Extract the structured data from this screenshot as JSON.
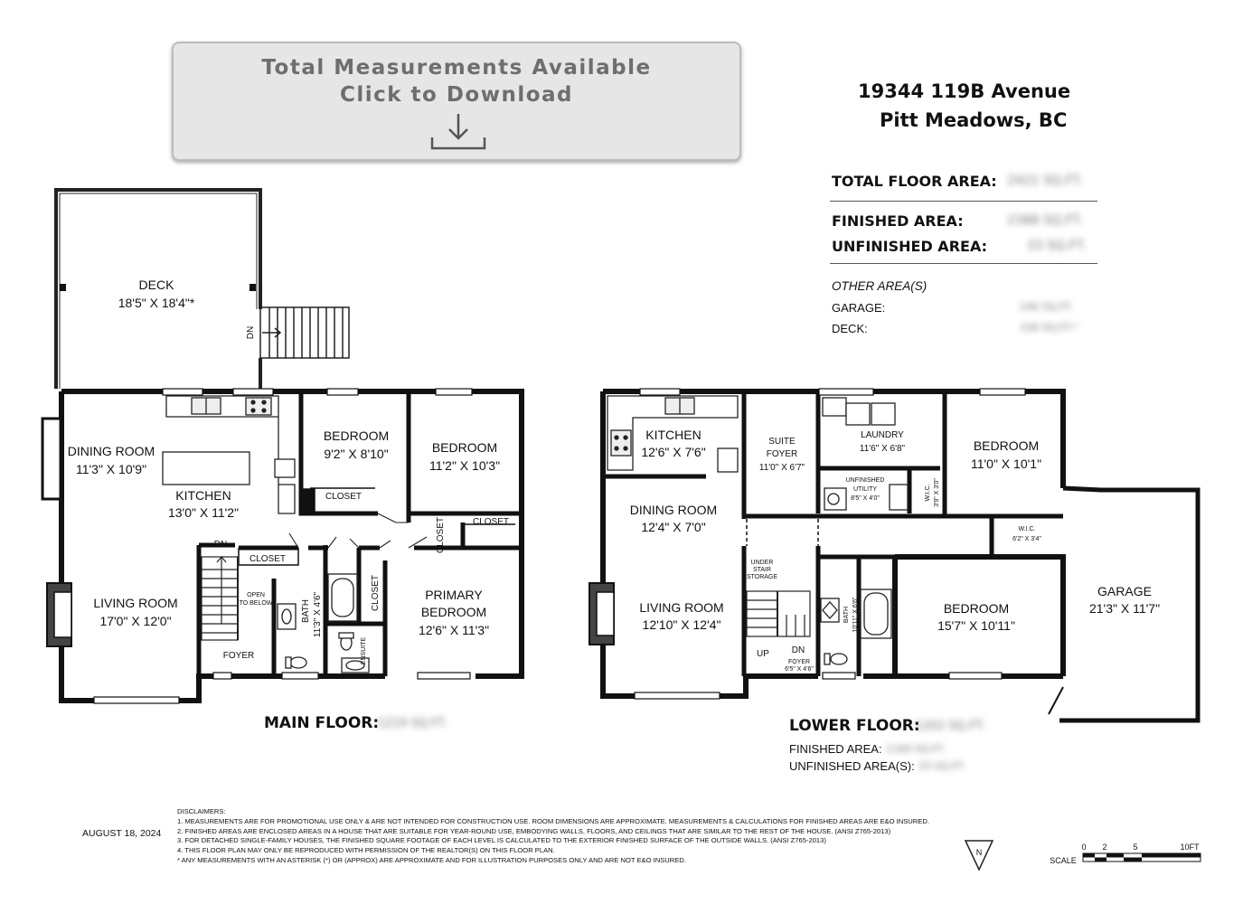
{
  "banner": {
    "line1": "Total Measurements Available",
    "line2": "Click to Download"
  },
  "address": {
    "line1": "19344 119B Avenue",
    "line2": "Pitt Meadows, BC"
  },
  "summary": {
    "total_floor_area_label": "TOTAL FLOOR AREA:",
    "total_floor_area_value": "2421 SQ.FT.",
    "finished_area_label": "FINISHED AREA:",
    "finished_area_value": "2388 SQ.FT.",
    "unfinished_area_label": "UNFINISHED AREA:",
    "unfinished_area_value": "33 SQ.FT.",
    "other_areas_label": "OTHER AREA(S)",
    "garage_label": "GARAGE:",
    "garage_value": "246 SQ.FT.",
    "deck_label": "DECK:",
    "deck_value": "338 SQ.FT.*"
  },
  "main_floor": {
    "label": "MAIN FLOOR:",
    "area_value": "1219 SQ.FT.",
    "rooms": {
      "deck_name": "DECK",
      "deck_dim": "18'5\" X 18'4\"*",
      "dining_name": "DINING ROOM",
      "dining_dim": "11'3\" X 10'9\"",
      "kitchen_name": "KITCHEN",
      "kitchen_dim": "13'0\" X 11'2\"",
      "bedroom1_name": "BEDROOM",
      "bedroom1_dim": "9'2\" X 8'10\"",
      "bedroom2_name": "BEDROOM",
      "bedroom2_dim": "11'2\" X 10'3\"",
      "living_name": "LIVING ROOM",
      "living_dim": "17'0\" X 12'0\"",
      "primary_name1": "PRIMARY",
      "primary_name2": "BEDROOM",
      "primary_dim": "12'6\" X 11'3\"",
      "bath_name": "BATH",
      "bath_dim": "11'3\" X 4'6\"",
      "foyer_name": "FOYER",
      "closet": "CLOSET",
      "ensuite": "ENSUITE",
      "open_below1": "OPEN",
      "open_below2": "TO BELOW",
      "dn": "DN"
    }
  },
  "lower_floor": {
    "label": "LOWER FLOOR:",
    "area_value": "1202 SQ.FT.",
    "finished_label": "FINISHED AREA:",
    "finished_value": "1169 SQ.FT.",
    "unfinished_label": "UNFINISHED AREA(S):",
    "unfinished_value": "33 SQ.FT.",
    "rooms": {
      "kitchen_name": "KITCHEN",
      "kitchen_dim": "12'6\" X 7'6\"",
      "suite_foyer1": "SUITE",
      "suite_foyer2": "FOYER",
      "suite_foyer_dim": "11'0\" X 6'7\"",
      "laundry_name": "LAUNDRY",
      "laundry_dim": "11'6\" X 6'8\"",
      "utility1": "UNFINISHED",
      "utility2": "UTILITY",
      "utility_dim": "8'5\" X 4'0\"",
      "wic_small": "W.I.C.",
      "wic_small_dim": "3'9\" X 3'0\"",
      "bedroom1_name": "BEDROOM",
      "bedroom1_dim": "11'0\" X 10'1\"",
      "dining_name": "DINING ROOM",
      "dining_dim": "12'4\" X 7'0\"",
      "living_name": "LIVING ROOM",
      "living_dim": "12'10\" X 12'4\"",
      "under1": "UNDER",
      "under2": "STAIR",
      "under3": "STORAGE",
      "up": "UP",
      "dn": "DN",
      "foyer": "FOYER",
      "foyer_dim": "6'5\" X 4'6\"",
      "bath_name": "BATH",
      "bath_dim": "10'11\" X 6'6\"",
      "wic": "W.I.C.",
      "wic_dim": "6'2\" X 3'4\"",
      "bedroom2_name": "BEDROOM",
      "bedroom2_dim": "15'7\" X 10'11\"",
      "garage_name": "GARAGE",
      "garage_dim": "21'3\" X 11'7\""
    }
  },
  "date": "AUGUST 18, 2024",
  "disclaimers": {
    "title": "DISCLAIMERS:",
    "line1": "1. MEASUREMENTS ARE FOR PROMOTIONAL USE ONLY & ARE NOT INTENDED FOR CONSTRUCTION USE. ROOM DIMENSIONS ARE APPROXIMATE. MEASUREMENTS & CALCULATIONS FOR FINISHED AREAS ARE E&O INSURED.",
    "line2": "2. FINISHED AREAS ARE ENCLOSED AREAS IN A HOUSE THAT ARE SUITABLE FOR YEAR-ROUND USE, EMBODYING WALLS, FLOORS, AND CEILINGS THAT ARE SIMILAR TO THE REST OF THE HOUSE. (ANSI Z765-2013)",
    "line3": "3. FOR DETACHED SINGLE-FAMILY HOUSES, THE FINISHED SQUARE FOOTAGE OF EACH LEVEL IS CALCULATED TO THE EXTERIOR FINISHED SURFACE OF THE OUTSIDE WALLS. (ANSI Z765-2013)",
    "line4": "4. THIS FLOOR PLAN MAY ONLY BE REPRODUCED WITH PERMISSION OF THE REALTOR(S) ON THIS FLOOR PLAN.",
    "line5": "* ANY MEASUREMENTS WITH AN ASTERISK (*) OR (APPROX) ARE APPROXIMATE AND FOR ILLUSTRATION PURPOSES ONLY AND ARE NOT E&O INSURED."
  },
  "north": "N",
  "scale": {
    "label": "SCALE",
    "t0": "0",
    "t2": "2",
    "t5": "5",
    "t10": "10FT"
  }
}
